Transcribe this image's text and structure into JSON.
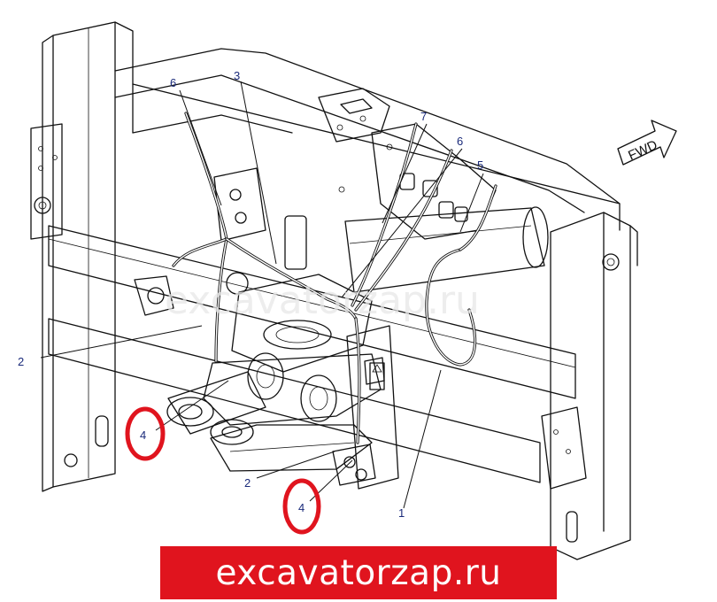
{
  "callouts": {
    "c1": "1",
    "c2a": "2",
    "c2b": "2",
    "c3": "3",
    "c4a": "4",
    "c4b": "4",
    "c5": "5",
    "c6a": "6",
    "c6b": "6",
    "c7": "7"
  },
  "direction_label": "FWD",
  "watermark": "excavatorzap.ru",
  "banner": "excavatorzap.ru",
  "colors": {
    "highlight": "#e0141e",
    "callout_text": "#1a2a7a",
    "line": "#111111"
  }
}
